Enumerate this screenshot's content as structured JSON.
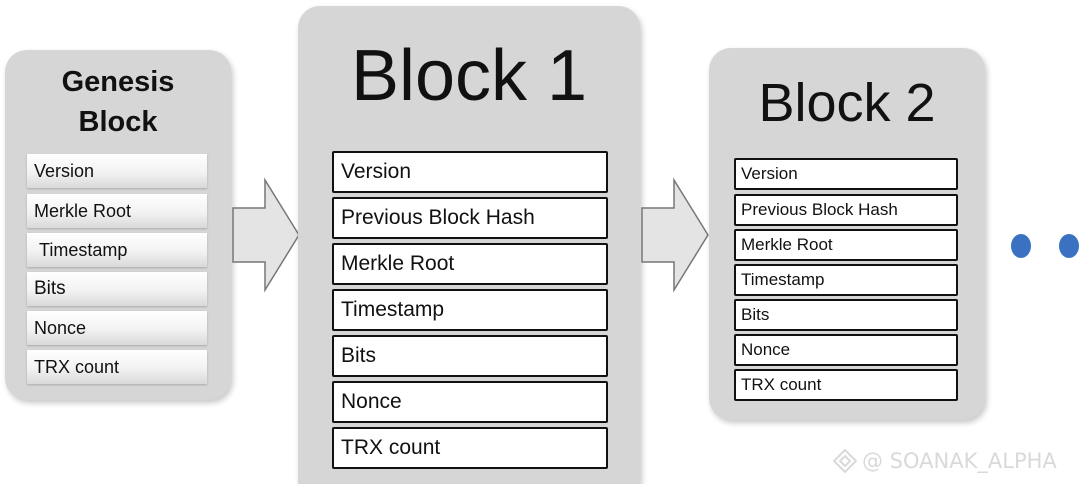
{
  "genesis": {
    "title_line1": "Genesis",
    "title_line2": "Block",
    "fields": [
      "Version",
      "Merkle Root",
      "Timestamp",
      "Bits",
      "Nonce",
      "TRX count"
    ]
  },
  "block1": {
    "title": "Block 1",
    "fields": [
      "Version",
      "Previous Block Hash",
      "Merkle Root",
      "Timestamp",
      "Bits",
      "Nonce",
      "TRX count"
    ]
  },
  "block2": {
    "title": "Block 2",
    "fields": [
      "Version",
      "Previous Block Hash",
      "Merkle Root",
      "Timestamp",
      "Bits",
      "Nonce",
      "TRX count"
    ]
  },
  "watermark": {
    "text": "@ SOANAK_ALPHA"
  },
  "colors": {
    "block_bg": "#d6d6d6",
    "dot": "#3a71c1",
    "arrow": "#e4e4e4"
  }
}
